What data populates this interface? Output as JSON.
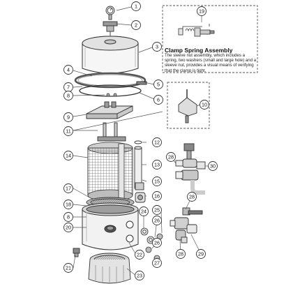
{
  "inset": {
    "title": "Clamp Spring Assembly",
    "caption": "The sleeve nut assembly, which includes a spring, two washers (small and large hole) and a sleeve nut, provides a visual means of verifying that the clamp is tight.",
    "part_number": "19"
  },
  "callouts": [
    {
      "id": "1",
      "label": "1"
    },
    {
      "id": "2",
      "label": "2"
    },
    {
      "id": "3",
      "label": "3"
    },
    {
      "id": "4",
      "label": "4"
    },
    {
      "id": "5",
      "label": "5"
    },
    {
      "id": "6",
      "label": "6"
    },
    {
      "id": "7",
      "label": "7"
    },
    {
      "id": "8a",
      "label": "8"
    },
    {
      "id": "9",
      "label": "9"
    },
    {
      "id": "10",
      "label": "10"
    },
    {
      "id": "11",
      "label": "11"
    },
    {
      "id": "12",
      "label": "12"
    },
    {
      "id": "13",
      "label": "13"
    },
    {
      "id": "14",
      "label": "14"
    },
    {
      "id": "15",
      "label": "15"
    },
    {
      "id": "16",
      "label": "16"
    },
    {
      "id": "17",
      "label": "17"
    },
    {
      "id": "18",
      "label": "18"
    },
    {
      "id": "8b",
      "label": "8"
    },
    {
      "id": "20",
      "label": "20"
    },
    {
      "id": "21",
      "label": "21"
    },
    {
      "id": "22",
      "label": "22"
    },
    {
      "id": "23",
      "label": "23"
    },
    {
      "id": "24",
      "label": "24"
    },
    {
      "id": "25",
      "label": "25"
    },
    {
      "id": "26a",
      "label": "26"
    },
    {
      "id": "26b",
      "label": "26"
    },
    {
      "id": "27",
      "label": "27"
    },
    {
      "id": "28a",
      "label": "28"
    },
    {
      "id": "28b",
      "label": "28"
    },
    {
      "id": "28c",
      "label": "28"
    },
    {
      "id": "29",
      "label": "29"
    },
    {
      "id": "30",
      "label": "30"
    }
  ]
}
